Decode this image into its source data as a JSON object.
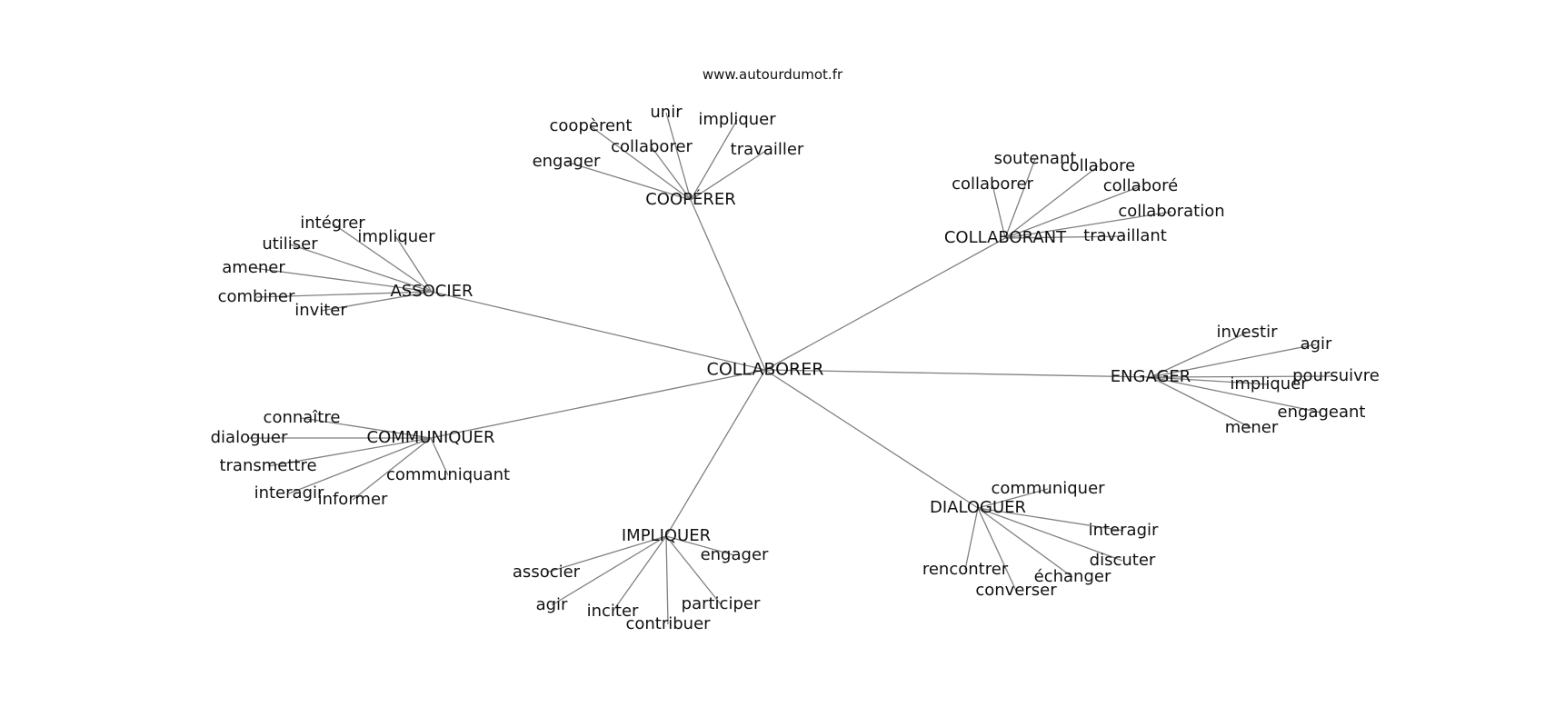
{
  "source": "www.autourdumot.fr",
  "colors": {
    "edge": "#808080",
    "text": "#111111",
    "background": "#ffffff"
  },
  "graph": {
    "center": "COLLABORER",
    "hubs": [
      {
        "id": "cooperer",
        "label": "COOPÉRER",
        "leaves": [
          "unir",
          "coopèrent",
          "impliquer",
          "collaborer",
          "travailler",
          "engager"
        ]
      },
      {
        "id": "collaborant",
        "label": "COLLABORANT",
        "leaves": [
          "soutenant",
          "collabore",
          "collaborer",
          "collaboré",
          "collaboration",
          "travaillant"
        ]
      },
      {
        "id": "associer",
        "label": "ASSOCIER",
        "leaves": [
          "intégrer",
          "impliquer",
          "utiliser",
          "amener",
          "combiner",
          "inviter"
        ]
      },
      {
        "id": "engager",
        "label": "ENGAGER",
        "leaves": [
          "investir",
          "agir",
          "poursuivre",
          "impliquer",
          "engageant",
          "mener"
        ]
      },
      {
        "id": "communiquer",
        "label": "COMMUNIQUER",
        "leaves": [
          "connaître",
          "dialoguer",
          "transmettre",
          "communiquant",
          "interagir",
          "informer"
        ]
      },
      {
        "id": "dialoguer",
        "label": "DIALOGUER",
        "leaves": [
          "communiquer",
          "interagir",
          "discuter",
          "rencontrer",
          "échanger",
          "converser"
        ]
      },
      {
        "id": "impliquer",
        "label": "IMPLIQUER",
        "leaves": [
          "engager",
          "associer",
          "agir",
          "participer",
          "inciter",
          "contribuer"
        ]
      }
    ]
  }
}
